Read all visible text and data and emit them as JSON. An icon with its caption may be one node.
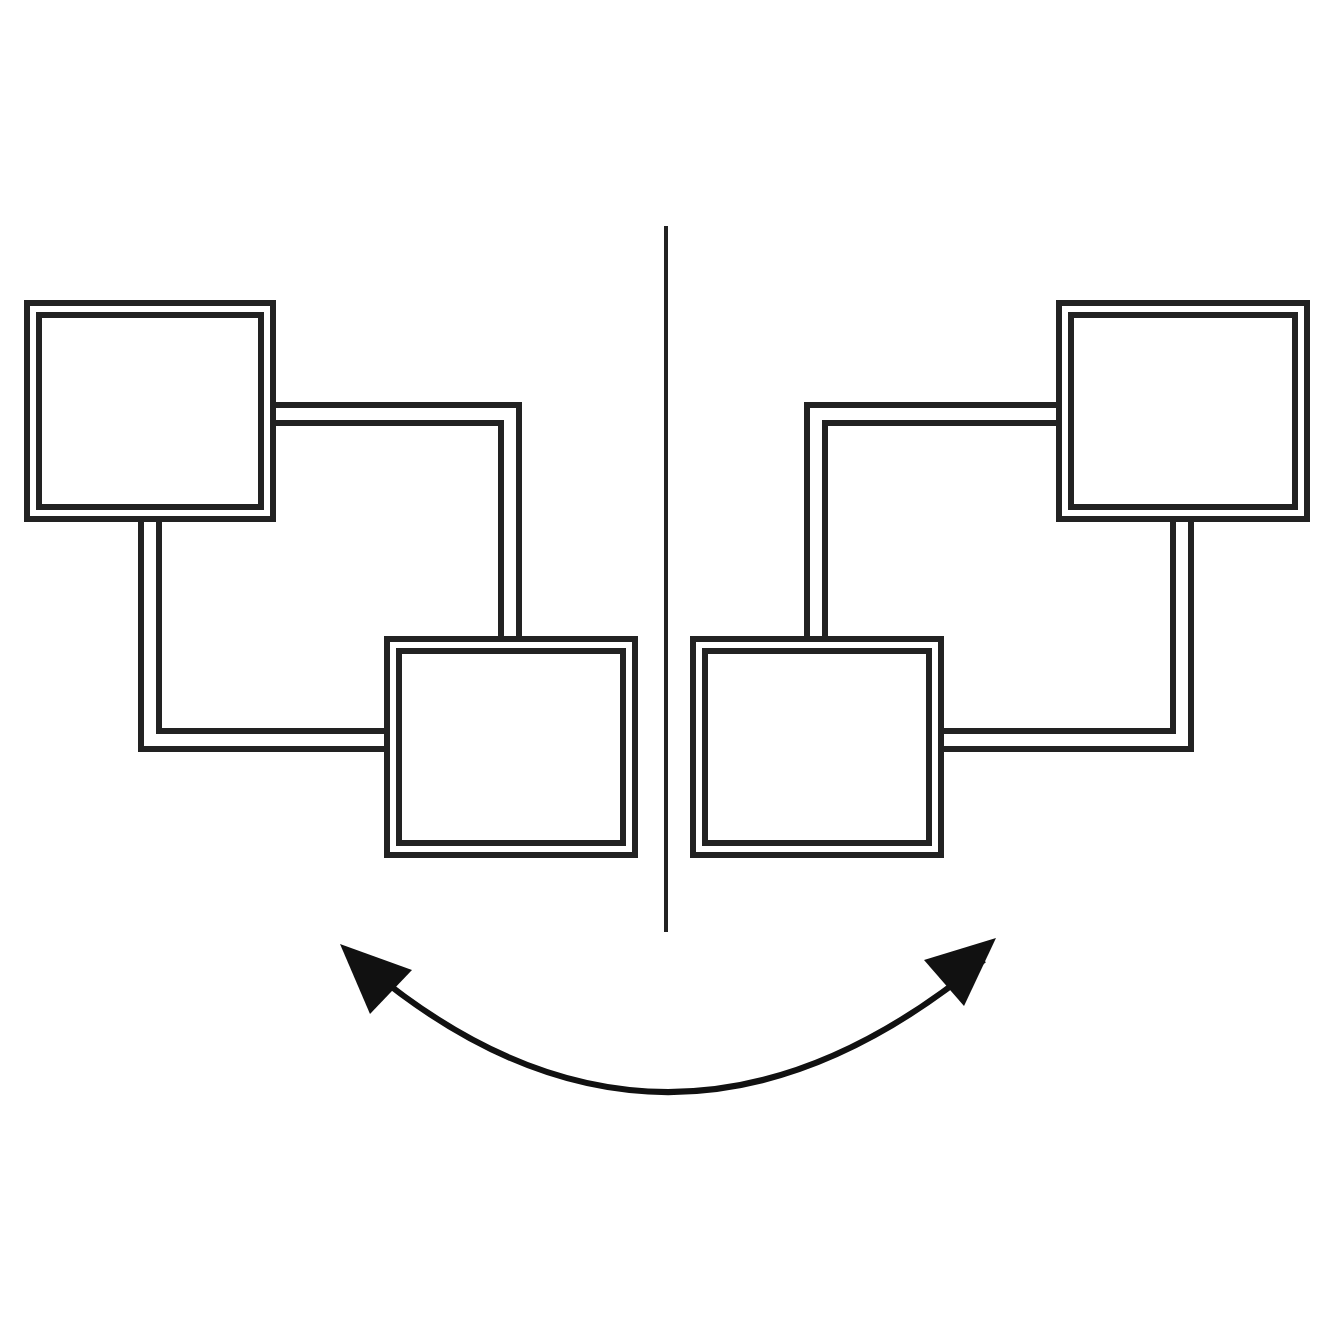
{
  "diagram": {
    "nodes": [
      {
        "text": [],
        "shape": "box"
      },
      {
        "text": [],
        "shape": "box"
      },
      {
        "text": [],
        "shape": "box"
      },
      {
        "text": [],
        "shape": "box"
      }
    ],
    "edges": [
      {
        "from": 0,
        "to": 1,
        "arrow": "none"
      },
      {
        "from": 0,
        "to": 1,
        "arrow": "none"
      },
      {
        "from": 3,
        "to": 2,
        "arrow": "none"
      },
      {
        "from": 3,
        "to": 2,
        "arrow": "none"
      }
    ]
  }
}
